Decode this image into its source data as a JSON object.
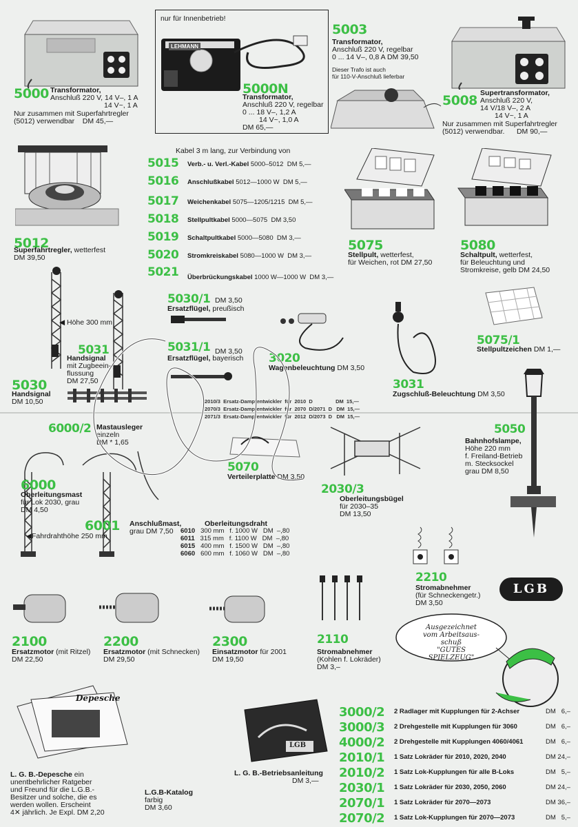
{
  "colors": {
    "accent_green": "#3cbf45",
    "paper": "#eef0ee",
    "ink": "#1a1a1a"
  },
  "products": {
    "p5000": {
      "number": "5000",
      "title": "Transformator,",
      "line1": "Anschluß 220 V, 14 V–, 1 A",
      "line2": "14 V~, 1 A",
      "line3": "Nur zusammen mit Superfahrtregler",
      "line4": "(5012) verwendbar    DM 45,—"
    },
    "p5000n": {
      "badge": "nur für Innenbetrieb!",
      "brand": "LEHMANN",
      "number": "5000N",
      "title": "Transformator,",
      "line1": "Anschluß 220 V, regelbar",
      "line2": "0 ... 18 V–, 1,2 A",
      "line3": "14 V~, 1,0 A",
      "line4": "DM 65,—"
    },
    "p5003": {
      "number": "5003",
      "title": "Transformator,",
      "line1": "Anschluß 220 V, regelbar",
      "line2": "0 ... 14 V–, 0,8 A DM 39,50",
      "note1": "Dieser Trafo ist auch",
      "note2": "für 110-V-Anschluß lieferbar"
    },
    "p5008": {
      "number": "5008",
      "title": "Supertransformator,",
      "line1": "Anschluß 220 V,",
      "line2": "14 V/18 V–, 2 A",
      "line3": "14 V~, 1 A",
      "line4": "Nur zusammen mit Superfahrtregler",
      "line5": "(5012) verwendbar.      DM 90,—"
    },
    "p5012": {
      "number": "5012",
      "title": "Superfahrtregler,",
      "rest": " wetterfest",
      "price": "DM 39,50"
    },
    "p5075": {
      "number": "5075",
      "title": "Stellpult,",
      "rest": " wetterfest,",
      "line2": "für Weichen, rot DM 27,50"
    },
    "p5080": {
      "number": "5080",
      "title": "Schaltpult,",
      "rest": " wetterfest,",
      "line2": "für Beleuchtung und",
      "line3": "Stromkreise, gelb DM 24,50"
    },
    "p5030_1": {
      "number": "5030/1",
      "price": "DM 3,50",
      "title": "Ersatzflügel,",
      "rest": " preußisch"
    },
    "p5031_1": {
      "number": "5031/1",
      "price": "DM 3,50",
      "title": "Ersatzflügel,",
      "rest": " bayerisch"
    },
    "p5031": {
      "number": "5031",
      "title": "Handsignal",
      "line2": "mit Zugbeein-",
      "line3": "flussung",
      "line4": "DM 27,50"
    },
    "p5030": {
      "number": "5030",
      "title": "Handsignal",
      "price": "DM 10,50",
      "height": "Höhe 300 mm"
    },
    "p3020": {
      "number": "3020",
      "title": "Wagenbeleuchtung",
      "price": " DM 3,50"
    },
    "p3031": {
      "number": "3031",
      "title": "Zugschluß-Beleuchtung",
      "price": " DM 3,50"
    },
    "p5075_1": {
      "number": "5075/1",
      "title": "Stellpultzeichen",
      "price": " DM 1,—"
    },
    "p5050": {
      "number": "5050",
      "title": "Bahnhofslampe,",
      "line2": "Höhe 220 mm",
      "line3": "f. Freiland-Betrieb",
      "line4": "m. Stecksockel",
      "line5": "grau DM 8,50"
    },
    "p6000_2": {
      "number": "6000/2",
      "title": "Mastausleger",
      "line2": "einzeln",
      "line3": "DM * 1,65"
    },
    "p5070": {
      "number": "5070",
      "title": "Verteilerplatte",
      "price": " DM 3,50"
    },
    "p2030_3": {
      "number": "2030/3",
      "title": "Oberleitungsbügel",
      "line2": "für 2030–35",
      "line3": "DM 13,50"
    },
    "p6000": {
      "number": "6000",
      "title": "Oberleitungsmast",
      "line2": "für Lok 2030, grau",
      "line3": "DM 4,50",
      "height": "Fahrdrahthöhe 250 mm"
    },
    "p6001": {
      "number": "6001",
      "title": "Anschlußmast,",
      "line2": "grau DM 7,50"
    },
    "p2210": {
      "number": "2210",
      "title": "Stromabnehmer",
      "line2": "(für Schneckengetr.)",
      "line3": "DM 3,50"
    },
    "p2100": {
      "number": "2100",
      "title": "Ersatzmotor",
      "rest": " (mit Ritzel)",
      "price": "DM 22,50"
    },
    "p2200": {
      "number": "2200",
      "title": "Ersatzmotor",
      "rest": " (mit Schnecken)",
      "price": "DM 29,50"
    },
    "p2300": {
      "number": "2300",
      "title": "Einsatzmotor",
      "rest": " für 2001",
      "price": "DM 19,50"
    },
    "p2110": {
      "number": "2110",
      "title": "Stromabnehmer",
      "line2": "(Kohlen f. Lokräder)",
      "line3": "DM 3,–"
    },
    "depesche": {
      "title": "L. G. B.-Depesche",
      "rest": " ein",
      "line2": "unentbehrlicher Ratgeber",
      "line3": "und Freund für die L.G.B.-",
      "line4": "Besitzer und solche, die es",
      "line5": "werden wollen. Erscheint",
      "line6": "4✕ jährlich. Je Expl. DM 2,20",
      "cover": "Depesche"
    },
    "katalog": {
      "title": "L.G.B-Katalog",
      "line2": "farbig",
      "line3": "DM 3,60"
    },
    "betrieb": {
      "title": "L. G. B.-Betriebsanleitung",
      "line2": "DM 3,—",
      "cover": "LGB"
    }
  },
  "cables": {
    "header": "Kabel 3 m lang, zur Verbindung von",
    "rows": [
      {
        "number": "5015",
        "name": "Verb.- u. Verl.-Kabel",
        "detail": " 5000–5012",
        "price": "DM 5,—"
      },
      {
        "number": "5016",
        "name": "Anschlußkabel",
        "detail": "    5012—1000 W",
        "price": "DM 5,—"
      },
      {
        "number": "5017",
        "name": "Weichenkabel",
        "detail": " 5075—1205/1215",
        "price": "DM 5,—"
      },
      {
        "number": "5018",
        "name": "Stellpultkabel",
        "detail": " 5000—5075",
        "price": "DM 3,50"
      },
      {
        "number": "5019",
        "name": "Schaltpultkabel",
        "detail": " 5000—5080",
        "price": "DM 3,—"
      },
      {
        "number": "5020",
        "name": "Stromkreiskabel",
        "detail": " 5080—1000 W",
        "price": "DM 3,—"
      },
      {
        "number": "5021",
        "name": "Überbrückungskabel",
        "detail": " 1000 W—1000 W",
        "price": "DM 3,—"
      }
    ]
  },
  "ersatz": [
    "2010/3  Ersatz-Dampfentwickler  für  2010  D                DM  15,—",
    "2070/3  Ersatz-Dampfentwickler  für  2070  D/2071  D   DM  15,—",
    "2071/3  Ersatz-Dampfentwickler  für  2012  D/2073  D   DM  15,—"
  ],
  "oberleitung": {
    "title": "Oberleitungsdraht",
    "rows": [
      {
        "code": "6010",
        "text": "300 mm   f. 1000 W   DM  –,80"
      },
      {
        "code": "6011",
        "text": "315 mm   f. 1100 W   DM  –,80"
      },
      {
        "code": "6015",
        "text": "400 mm   f. 1500 W   DM  –,80"
      },
      {
        "code": "6060",
        "text": "600 mm   f. 1060 W   DM  –,80"
      }
    ]
  },
  "cartoon": {
    "line1": "Ausgezeichnet",
    "line2": "vom Arbeitsaus-",
    "line3": "schuß",
    "line4": "\"GUTES SPIELZEUG\""
  },
  "logo": "LGB",
  "table": [
    {
      "number": "3000/2",
      "desc": "2 Radlager mit Kupplungen für 2-Achser",
      "price": "DM   6,–"
    },
    {
      "number": "3000/3",
      "desc": "2 Drehgestelle mit Kupplungen für 3060",
      "price": "DM   6,–"
    },
    {
      "number": "4000/2",
      "desc": "2 Drehgestelle mit Kupplungen 4060/4061",
      "price": "DM   6,–"
    },
    {
      "number": "2010/1",
      "desc": "1 Satz Lokräder für 2010, 2020, 2040",
      "price": "DM 24,–"
    },
    {
      "number": "2010/2",
      "desc": "1 Satz Lok-Kupplungen für alle B-Loks",
      "price": "DM   5,–"
    },
    {
      "number": "2030/1",
      "desc": "1 Satz Lokräder für 2030, 2050, 2060",
      "price": "DM 24,–"
    },
    {
      "number": "2070/1",
      "desc": "1 Satz Lokräder für 2070—2073",
      "price": "DM 36,–"
    },
    {
      "number": "2070/2",
      "desc": "1 Satz Lok-Kupplungen für 2070—2073",
      "price": "DM   5,–"
    }
  ]
}
